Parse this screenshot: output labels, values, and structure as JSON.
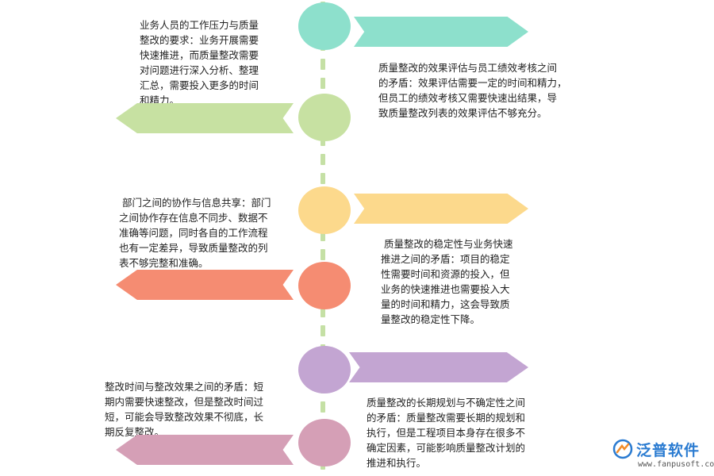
{
  "spine_color": "#c5e0a5",
  "items": [
    {
      "id": "pressure",
      "color": "#c7e1a2",
      "arrow_side": "left",
      "text": "业务人员的工作压力与质量\n整改的要求：业务开展需要\n快速推进，而质量整改需要\n对问题进行深入分析、整理\n汇总，需要投入更多的时间\n和精力。"
    },
    {
      "id": "evaluation",
      "color": "#8de0cc",
      "arrow_side": "right",
      "text": "质量整改的效果评估与员工绩效考核之间\n的矛盾：效果评估需要一定的时间和精力，\n但员工的绩效考核又需要快速出结果，导\n致质量整改列表的效果评估不够充分。"
    },
    {
      "id": "collaboration",
      "color": "#f58c72",
      "arrow_side": "left",
      "text": " 部门之间的协作与信息共享：部门\n之间协作存在信息不同步、数据不\n准确等问题，同时各自的工作流程\n也有一定差异，导致质量整改的列\n表不够完整和准确。"
    },
    {
      "id": "stability",
      "color": "#fcd98c",
      "arrow_side": "right",
      "text": " 质量整改的稳定性与业务快速\n推进之间的矛盾：项目的稳定\n性需要时间和资源的投入，但\n业务的快速推进也需要投入大\n量的时间和精力，这会导致质\n量整改的稳定性下降。"
    },
    {
      "id": "time-effect",
      "color": "#d59fb6",
      "arrow_side": "left",
      "text": "整改时间与整改效果之间的矛盾：短\n期内需要快速整改，但是整改时间过\n短，可能会导致整改效果不彻底，长\n期反复整改。"
    },
    {
      "id": "planning",
      "color": "#c3a5d2",
      "arrow_side": "right",
      "text": "质量整改的长期规划与不确定性之间\n的矛盾：质量整改需要长期的规划和\n执行，但是工程项目本身存在很多不\n确定因素，可能影响质量整改计划的\n推进和执行。"
    }
  ],
  "logo": {
    "name": "泛普软件",
    "url": "www.fanpusoft.com",
    "color": "#2a7bd1"
  }
}
